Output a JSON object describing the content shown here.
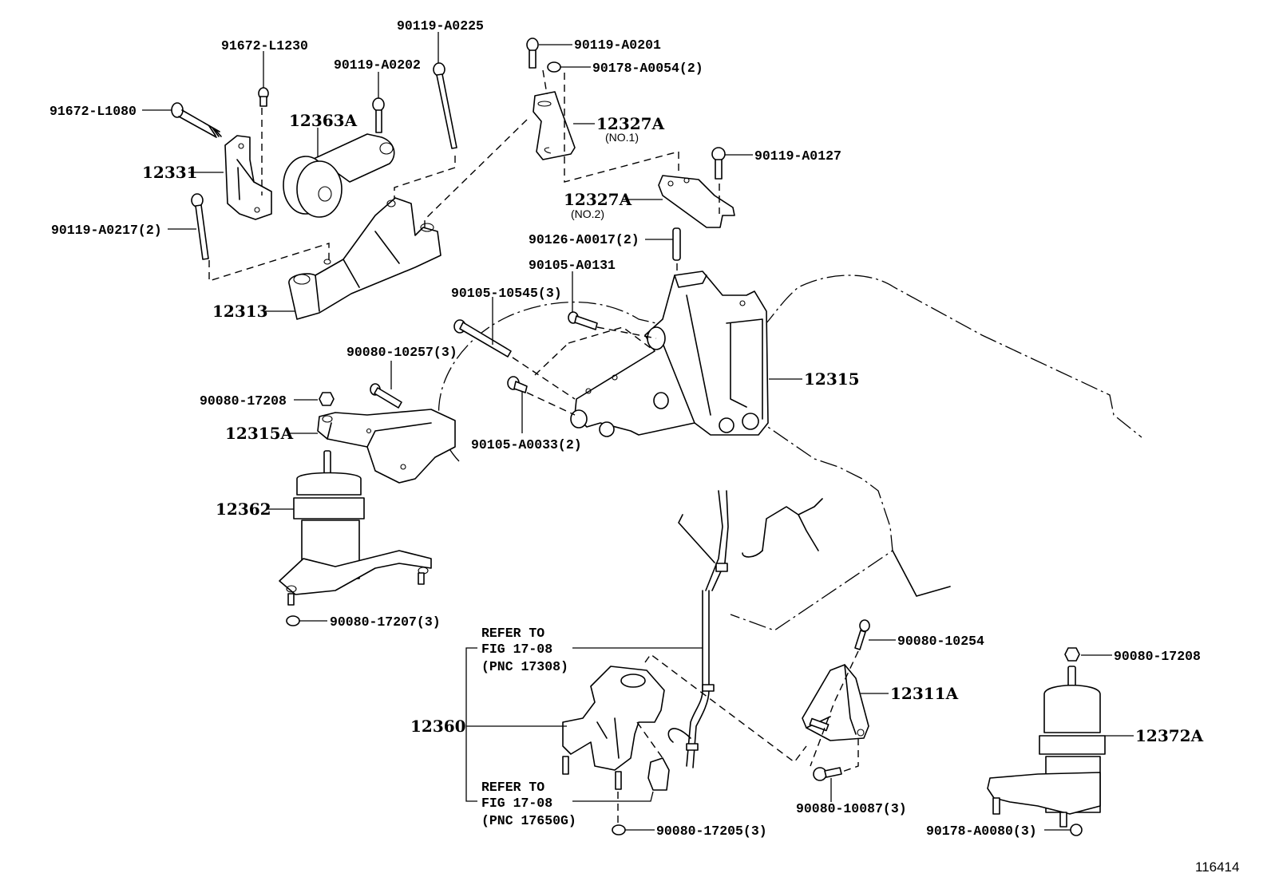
{
  "diagram": {
    "figure_number": "116414",
    "part_numbers": {
      "p91672_L1230": "91672-L1230",
      "p91672_L1080": "91672-L1080",
      "p12331": "12331",
      "p12363A": "12363A",
      "p90119_A0202": "90119-A0202",
      "p90119_A0225": "90119-A0225",
      "p90119_A0217": "90119-A0217(2)",
      "p12313": "12313",
      "p90119_A0201": "90119-A0201",
      "p90178_A0054": "90178-A0054(2)",
      "p12327A_1": "12327A",
      "p12327A_1_sub": "(NO.1)",
      "p90119_A0127": "90119-A0127",
      "p12327A_2": "12327A",
      "p12327A_2_sub": "(NO.2)",
      "p90126_A0017": "90126-A0017(2)",
      "p90105_A0131": "90105-A0131",
      "p90105_10545": "90105-10545(3)",
      "p90080_10257": "90080-10257(3)",
      "p90080_17208_left": "90080-17208",
      "p12315A": "12315A",
      "p90105_A0033": "90105-A0033(2)",
      "p12315": "12315",
      "p12362": "12362",
      "p90080_17207": "90080-17207(3)",
      "p12360": "12360",
      "p90080_17205": "90080-17205(3)",
      "p90080_10254": "90080-10254",
      "p12311A": "12311A",
      "p90080_10087": "90080-10087(3)",
      "p90080_17208_right": "90080-17208",
      "p12372A": "12372A",
      "p90178_A0080": "90178-A0080(3)"
    },
    "references": {
      "top": {
        "line1": "REFER TO",
        "line2": "FIG 17-08",
        "line3": "(PNC 17308)"
      },
      "bottom": {
        "line1": "REFER TO",
        "line2": "FIG 17-08",
        "line3": "(PNC 17650G)"
      }
    }
  }
}
